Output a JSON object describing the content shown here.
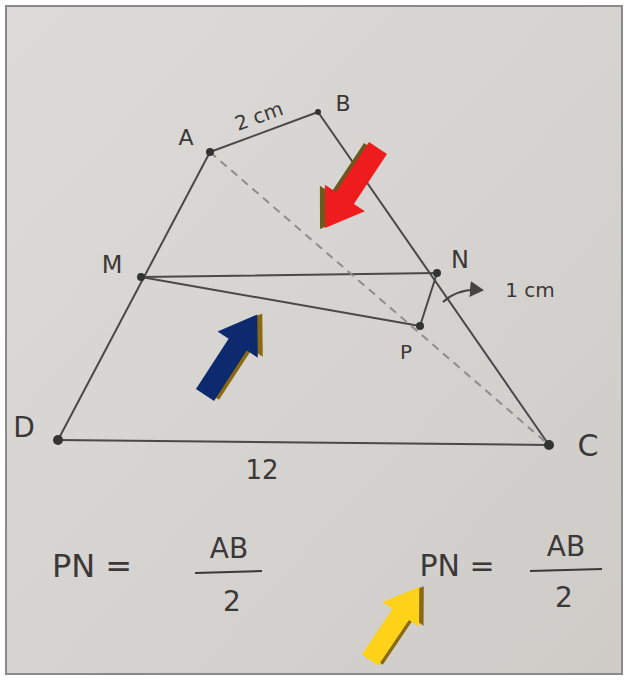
{
  "diagram": {
    "labels": [
      "A",
      "B",
      "2 cm",
      "M",
      "N",
      "1 cm",
      "P",
      "D",
      "C",
      "12",
      "PN =",
      "AB",
      "2",
      "PN =",
      "AB",
      "2"
    ]
  }
}
